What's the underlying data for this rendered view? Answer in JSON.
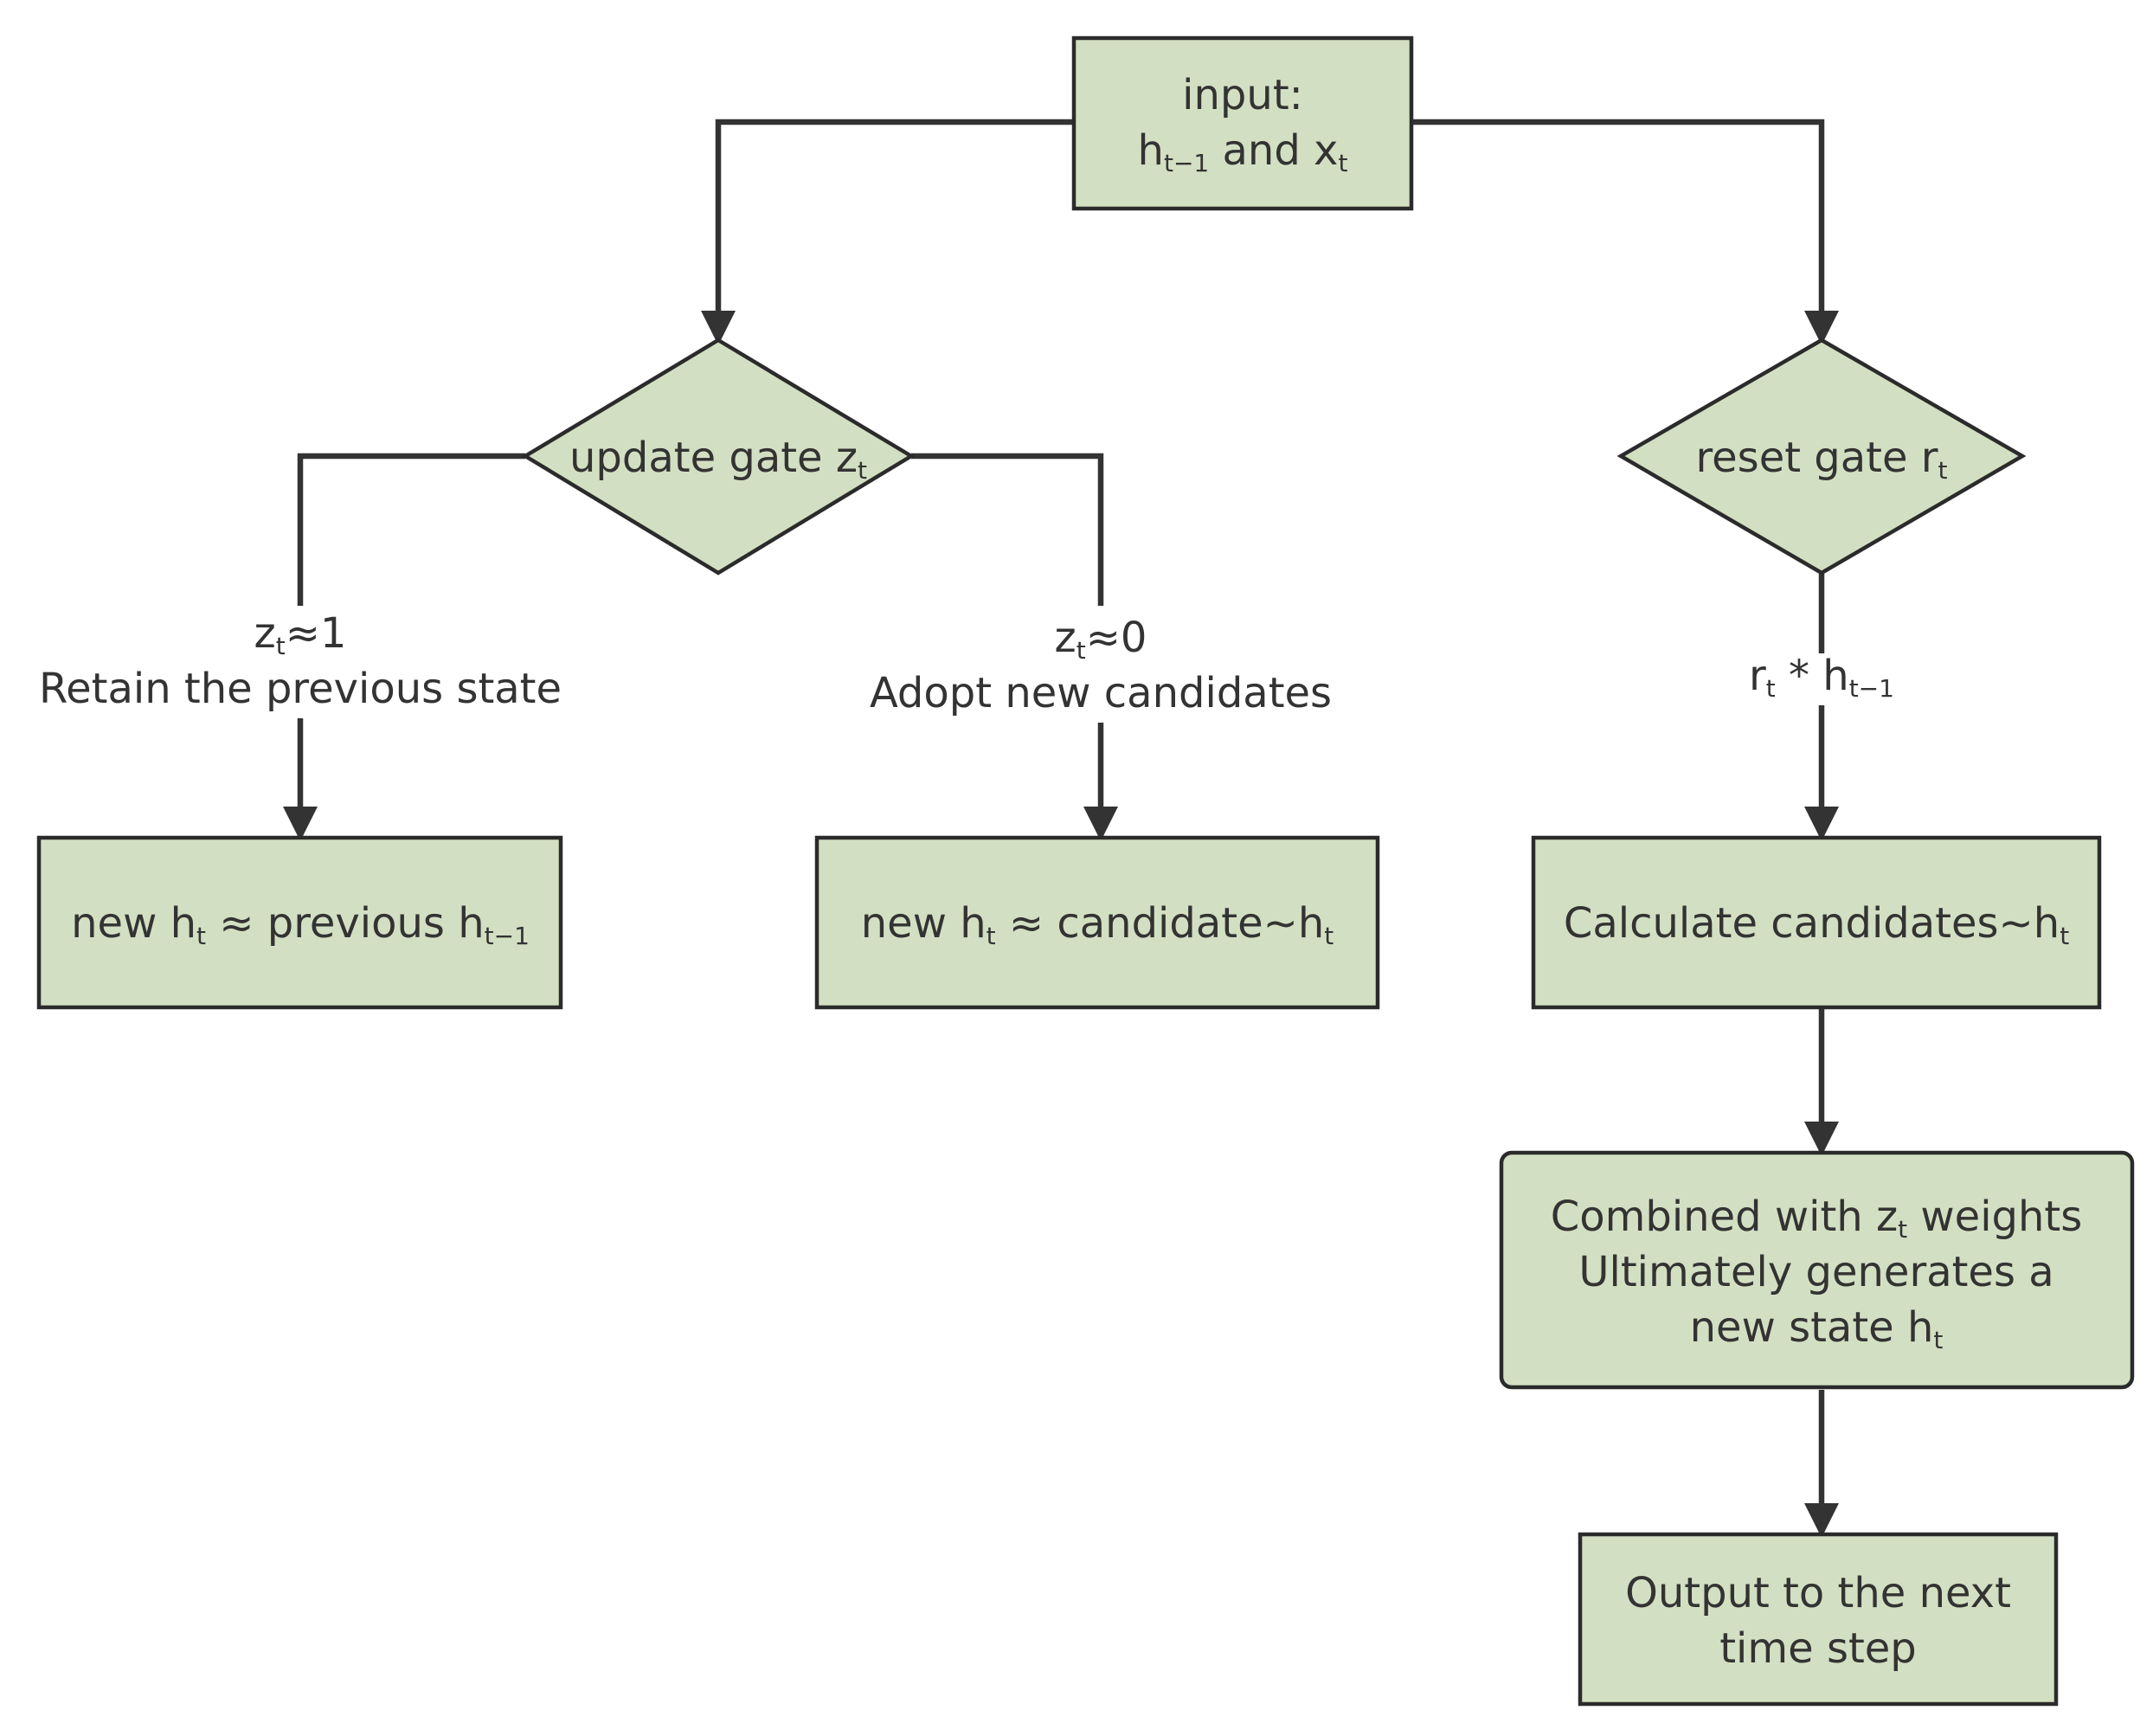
{
  "diagram": {
    "nodes": {
      "input": {
        "line1": "input:",
        "line2_a": "h",
        "line2_a_sub": "t−1",
        "line2_b": " and x",
        "line2_b_sub": "t"
      },
      "update_gate": {
        "text": "update gate z",
        "sub": "t"
      },
      "reset_gate": {
        "text": "reset gate r",
        "sub": "t"
      },
      "retain_result": {
        "a": "new h",
        "a_sub": "t",
        "b": " ≈ previous h",
        "b_sub": "t−1"
      },
      "adopt_result": {
        "a": "new h",
        "a_sub": "t",
        "b": " ≈ candidate~h",
        "b_sub": "t"
      },
      "calculate": {
        "a": "Calculate candidates~h",
        "a_sub": "t"
      },
      "combine": {
        "line1_a": "Combined with z",
        "line1_sub": "t",
        "line1_b": " weights",
        "line2": "Ultimately generates a",
        "line3_a": "new state h",
        "line3_sub": "t"
      },
      "output": {
        "line1": "Output to the next",
        "line2": "time step"
      }
    },
    "edge_labels": {
      "retain": {
        "line1_a": "z",
        "line1_sub": "t",
        "line1_b": "≈1",
        "line2": "Retain the previous state"
      },
      "adopt": {
        "line1_a": "z",
        "line1_sub": "t",
        "line1_b": "≈0",
        "line2": "Adopt new candidates"
      },
      "reset": {
        "a": "r",
        "a_sub": "t",
        "b": " * h",
        "b_sub": "t−1"
      }
    },
    "colors": {
      "node_fill": "#d3dfc2",
      "stroke": "#2b2b2b",
      "edge": "#333333",
      "text": "#333333"
    }
  }
}
